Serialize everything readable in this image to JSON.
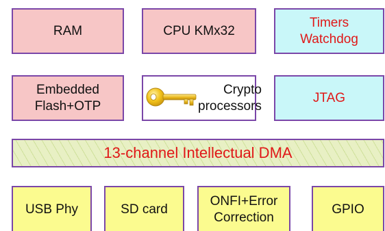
{
  "blocks": {
    "ram": {
      "lines": [
        "RAM"
      ],
      "fill": "#f7c6c6"
    },
    "cpu": {
      "lines": [
        "CPU KMx32"
      ],
      "fill": "#f7c6c6"
    },
    "timers": {
      "lines": [
        "Timers",
        "Watchdog"
      ],
      "fill": "#c9f7f9",
      "text_color": "#e01818"
    },
    "flash": {
      "lines": [
        "Embedded",
        "Flash+OTP"
      ],
      "fill": "#f7c6c6"
    },
    "crypto": {
      "lines": [
        "Crypto",
        "processors"
      ],
      "fill": "#ffffff",
      "icon": "key-icon"
    },
    "jtag": {
      "lines": [
        "JTAG"
      ],
      "fill": "#c9f7f9",
      "text_color": "#e01818"
    },
    "dma": {
      "lines": [
        "13-channel Intellectual DMA"
      ],
      "fill": "#e8f0c4",
      "text_color": "#e01818"
    },
    "usb": {
      "lines": [
        "USB Phy"
      ],
      "fill": "#fbfb8f"
    },
    "sd": {
      "lines": [
        "SD card"
      ],
      "fill": "#fbfb8f"
    },
    "onfi": {
      "lines": [
        "ONFI+Error",
        "Correction"
      ],
      "fill": "#fbfb8f"
    },
    "gpio": {
      "lines": [
        "GPIO"
      ],
      "fill": "#fbfb8f"
    }
  },
  "colors": {
    "border": "#7a46a8",
    "key_gold": "#f2c21b",
    "key_outline": "#b08410"
  }
}
